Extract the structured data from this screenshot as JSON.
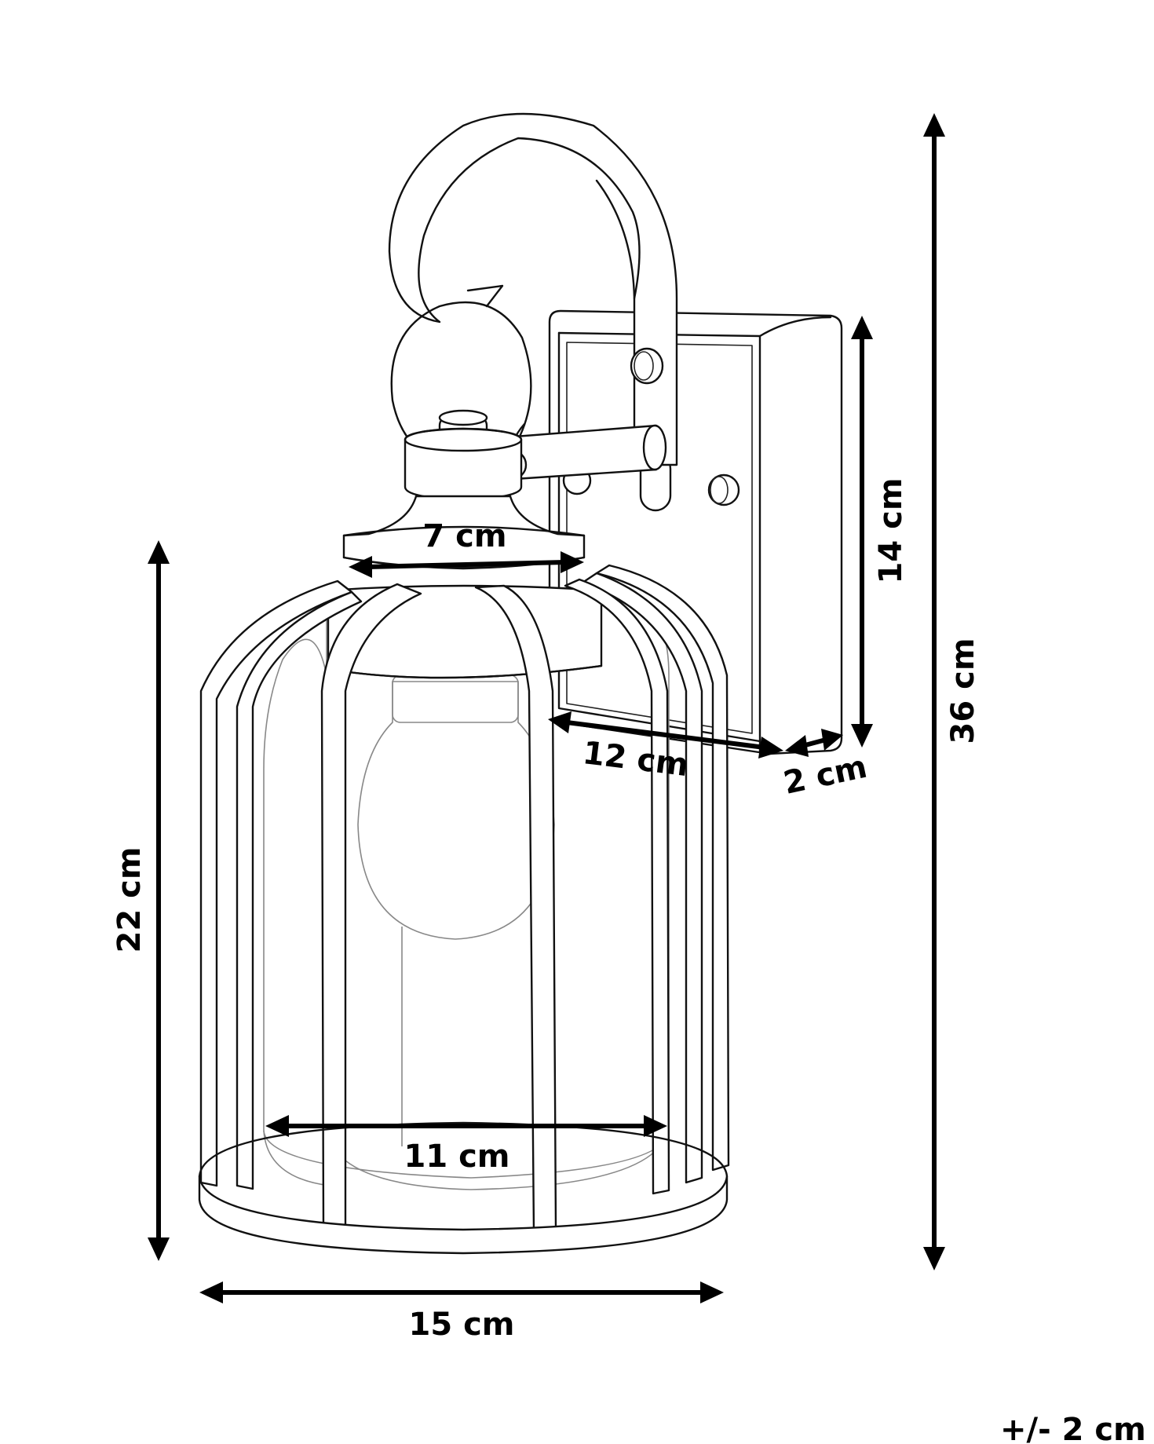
{
  "dimensions": {
    "total_height": "36 cm",
    "back_plate_height": "14 cm",
    "cage_height": "22 cm",
    "top_width": "7 cm",
    "depth": "12 cm",
    "plate_depth": "2 cm",
    "inner_width": "11 cm",
    "base_width": "15 cm"
  },
  "tolerance": "+/- 2 cm"
}
